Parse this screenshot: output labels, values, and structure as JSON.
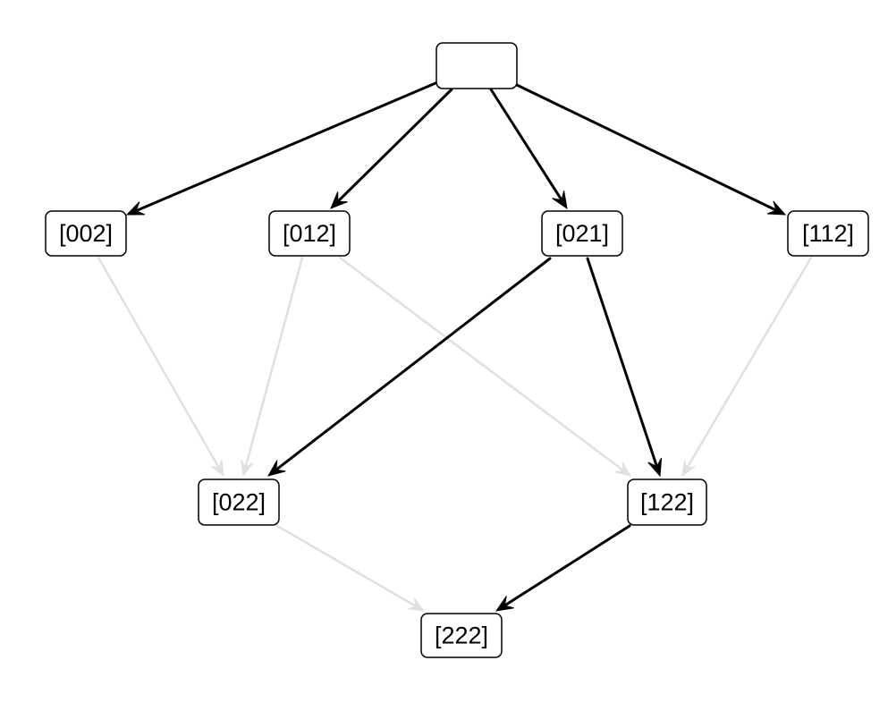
{
  "diagram": {
    "nodes": [
      {
        "id": "root",
        "label": ""
      },
      {
        "id": "n002",
        "label": "[002]"
      },
      {
        "id": "n012",
        "label": "[012]"
      },
      {
        "id": "n021",
        "label": "[021]"
      },
      {
        "id": "n112",
        "label": "[112]"
      },
      {
        "id": "n022",
        "label": "[022]"
      },
      {
        "id": "n122",
        "label": "[122]"
      },
      {
        "id": "n222",
        "label": "[222]"
      }
    ],
    "edges": [
      {
        "from": "n002",
        "to": "n022",
        "style": "inactive"
      },
      {
        "from": "n012",
        "to": "n022",
        "style": "inactive"
      },
      {
        "from": "n012",
        "to": "n122",
        "style": "inactive"
      },
      {
        "from": "n112",
        "to": "n122",
        "style": "inactive"
      },
      {
        "from": "n022",
        "to": "n222",
        "style": "inactive"
      },
      {
        "from": "root",
        "to": "n002",
        "style": "active"
      },
      {
        "from": "root",
        "to": "n012",
        "style": "active"
      },
      {
        "from": "root",
        "to": "n021",
        "style": "active"
      },
      {
        "from": "root",
        "to": "n112",
        "style": "active"
      },
      {
        "from": "n021",
        "to": "n022",
        "style": "active"
      },
      {
        "from": "n021",
        "to": "n122",
        "style": "active"
      },
      {
        "from": "n122",
        "to": "n222",
        "style": "active"
      }
    ],
    "colors": {
      "active": "#000000",
      "inactive": "#e0e0e0",
      "node_border": "#000000",
      "node_fill": "#ffffff"
    }
  }
}
